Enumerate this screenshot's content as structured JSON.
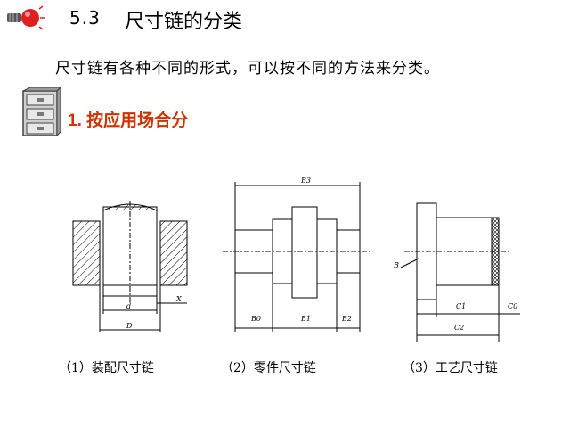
{
  "header": {
    "section_number": "5.3",
    "title": "尺寸链的分类",
    "icon": "lightbulb-icon"
  },
  "intro": "尺寸链有各种不同的形式，可以按不同的方法来分类。",
  "section": {
    "icon": "file-cabinet-icon",
    "label": "1. 按应用场合分"
  },
  "figures": {
    "fig1": {
      "caption": "（1）装配尺寸链",
      "labels": {
        "d": "d",
        "D": "D",
        "X": "X"
      }
    },
    "fig2": {
      "caption": "（2）零件尺寸链",
      "labels": {
        "B3": "B3",
        "B0": "B0",
        "B1": "B1",
        "B2": "B2"
      }
    },
    "fig3": {
      "caption": "（3）工艺尺寸链",
      "labels": {
        "B": "B",
        "C1": "C1",
        "C0": "C0",
        "C2": "C2"
      }
    }
  },
  "colors": {
    "section_accent": "#cc3300",
    "bulb": "#e02020"
  }
}
